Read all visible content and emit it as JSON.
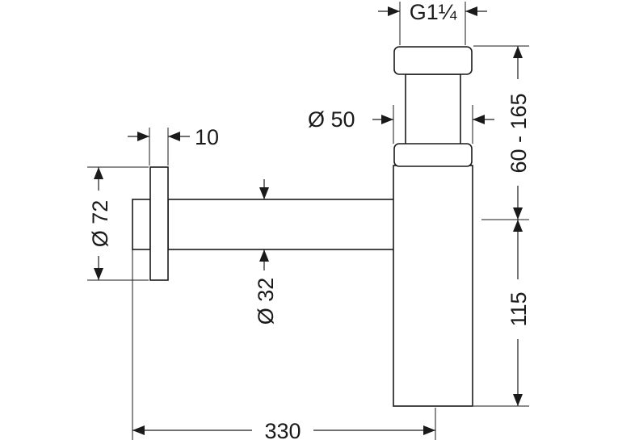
{
  "dimensions": {
    "thread": "G1¼",
    "pipe_outer": "Ø 50",
    "flange_thickness": "10",
    "flange_diameter": "Ø 72",
    "arm_diameter": "Ø 32",
    "adjust_range": "60 - 165",
    "lower_height": "115",
    "total_length": "330"
  }
}
